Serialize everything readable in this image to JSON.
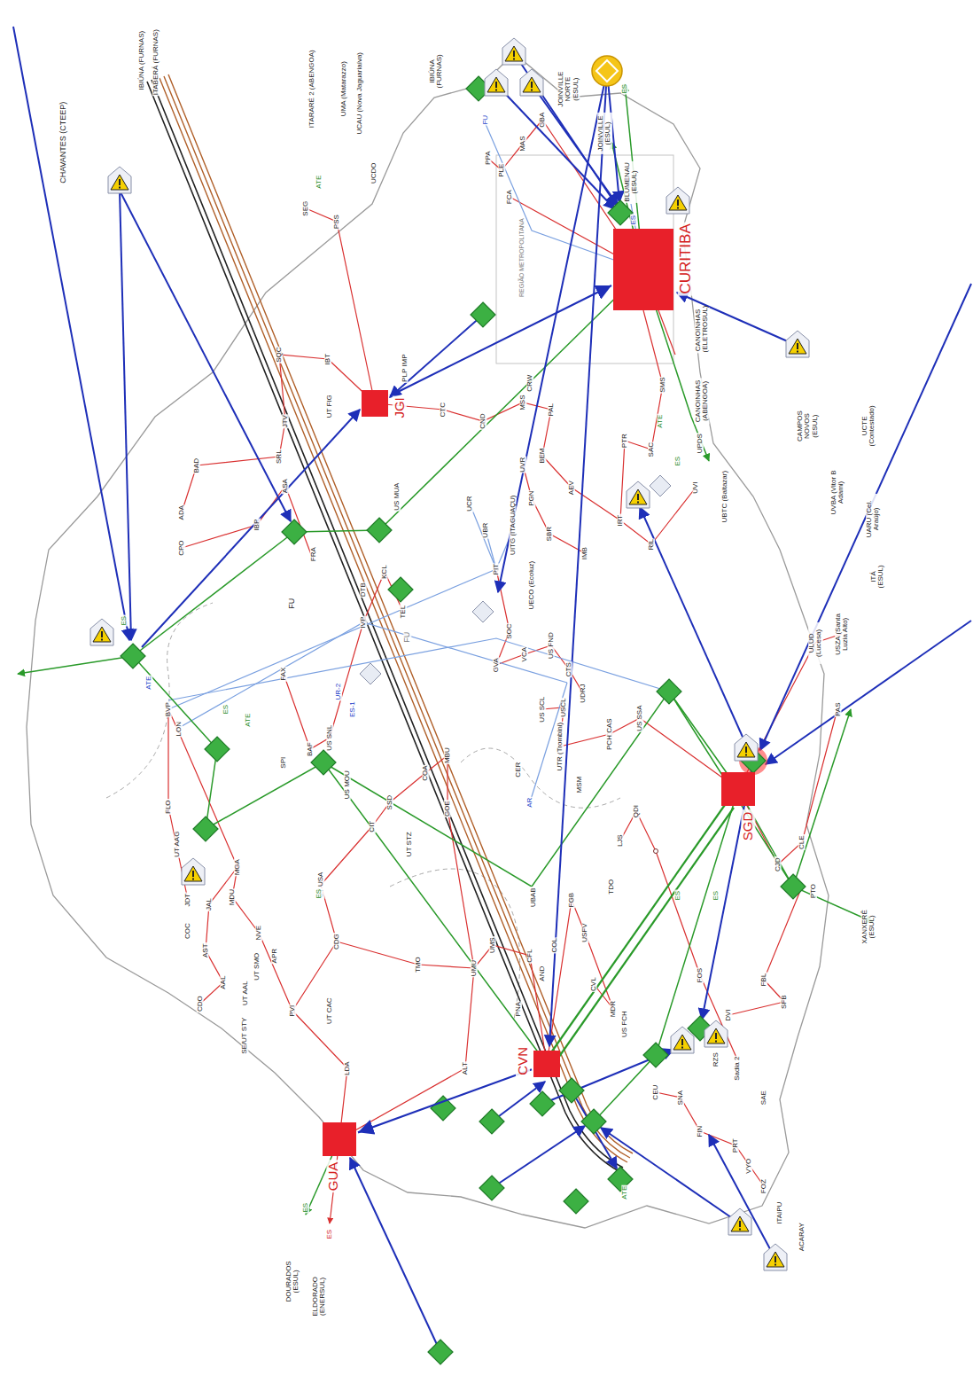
{
  "diagram": {
    "nodes": [
      {
        "text": [
          "CURITIBA"
        ]
      },
      {
        "text": [
          "JGI"
        ]
      },
      {
        "text": [
          "SGD"
        ]
      },
      {
        "text": [
          "CVN"
        ]
      },
      {
        "text": [
          "GUA"
        ]
      }
    ],
    "edges": [
      {
        "from": 3,
        "to": 4,
        "arrow": "to"
      },
      {
        "from": 1,
        "to": 0,
        "arrow": "to"
      }
    ],
    "labels": [
      "CHAVANTES (CTEEP)",
      "IBIÚNA (FURNAS)",
      "ITABERÁ (FURNAS)",
      "ITARARÉ 2 (ABENGOA)",
      "UMA (Matarazzo)",
      "UCAU (Nova Jaguariaíva)",
      "UCDO",
      "IBIÚNA (FURNAS)",
      "FU",
      "JOINVILLE NORTE (ESUL)",
      "JOINVILLE (ESUL)",
      "BLUMENAU (ESUL)",
      "GBA",
      "MAS",
      "PLE",
      "PPA",
      "FCA",
      "REGIÃO METROPOLITANA",
      "SEG",
      "ATE",
      "PSS",
      "PLP IMP",
      "CTC",
      "CND",
      "SQC",
      "IBT",
      "UT FIG",
      "JTV",
      "SRL",
      "BAD",
      "ASA",
      "ADA",
      "IBP",
      "CPO",
      "FRA",
      "US MUA",
      "KCL",
      "DTB",
      "TEL",
      "FU",
      "FU",
      "ATE",
      "ES",
      "BVP",
      "LON",
      "UR-2",
      "ES-1",
      "IVP",
      "FAX",
      "SPI",
      "BAF",
      "US SNL",
      "US MOU",
      "FLO",
      "UT AAG",
      "MGA",
      "MDU",
      "JDT",
      "JAL",
      "COC",
      "AST",
      "UT SMO",
      "NVE",
      "APR",
      "AAL",
      "CDO",
      "UT AAL",
      "SE/UT STY",
      "PVI",
      "UT CAC",
      "CDG",
      "UT USA",
      "LDA",
      "CIT",
      "SSD",
      "COA",
      "UT STZ",
      "GOE",
      "MBU",
      "TMO",
      "UMU",
      "UMS",
      "ALT",
      "PNA",
      "CFL",
      "AND",
      "COL",
      "FGB",
      "UBAB",
      "CVL",
      "USFV",
      "MDR",
      "TDO",
      "UCR",
      "UBR",
      "UITG (ITAGUAÇU)",
      "PIT",
      "UECO (Ecoluz)",
      "SOC",
      "GVA",
      "VCA",
      "US FND",
      "CTS",
      "UDRJ",
      "US SCL",
      "USCL",
      "UTR (Trombini)",
      "CER",
      "MSM",
      "PCH CAS",
      "US SSA",
      "LJS",
      "QDI",
      "AR",
      "MSS",
      "CRW",
      "PAL",
      "BEM",
      "UVR",
      "SBR",
      "PGN",
      "AEV",
      "IMB",
      "IRT",
      "RIL",
      "PTR",
      "SAC",
      "SMS",
      "UVI",
      "UPDS",
      "CANOINHAS (ELETROSUL)",
      "CANOINHAS (ABENGOA)",
      "UBTC (Baltazar)",
      "CAMPOS NOVOS (ESUL)",
      "UVBA (Vitor B Adami)",
      "UCTE (Contestado)",
      "UARU (Cel. Araújo)",
      "ITÁ (ESUL)",
      "USZA (Santa Luzia Alto)",
      "ULUD (Lucesa)",
      "PAS",
      "CLE",
      "CJD",
      "PTO",
      "XANXERÊ (ESUL)",
      "FBL",
      "SFB",
      "DVI",
      "Sadia 2",
      "SAE",
      "RZS",
      "FOS",
      "US FCH",
      "CEU",
      "SNA",
      "FIN",
      "PRT",
      "VYO",
      "FOZ",
      "ITAIPU",
      "ACARAY",
      "DOURADOS (ESUL)",
      "ELDORADO (ENERSUL)",
      "ES",
      "ES",
      "ES",
      "ES",
      "ATE",
      "ES",
      "ES",
      "ATE",
      "ES",
      "ATE",
      "ES",
      "ES"
    ]
  }
}
